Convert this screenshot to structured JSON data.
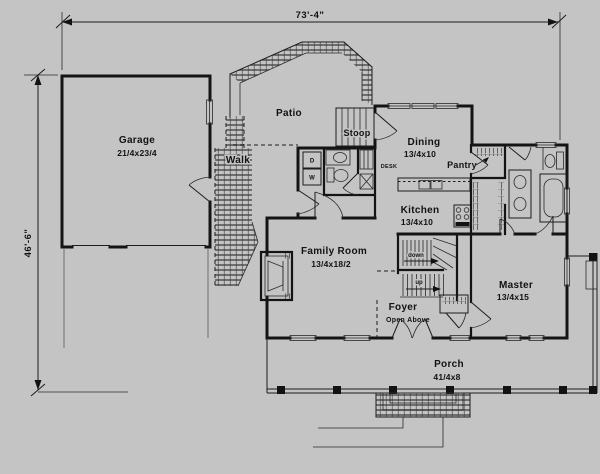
{
  "dimensions": {
    "width": "73'-4\"",
    "height": "46'-6\""
  },
  "rooms": {
    "garage": {
      "name": "Garage",
      "size": "21/4x23/4"
    },
    "patio": {
      "name": "Patio"
    },
    "walk": {
      "name": "Walk"
    },
    "stoop": {
      "name": "Stoop"
    },
    "dining": {
      "name": "Dining",
      "size": "13/4x10"
    },
    "pantry": {
      "name": "Pantry"
    },
    "kitchen": {
      "name": "Kitchen",
      "size": "13/4x10"
    },
    "family_room": {
      "name": "Family Room",
      "size": "13/4x18/2"
    },
    "foyer": {
      "name": "Foyer",
      "note": "Open Above"
    },
    "master": {
      "name": "Master",
      "size": "13/4x15"
    },
    "porch": {
      "name": "Porch",
      "size": "41/4x8"
    }
  },
  "labels": {
    "desk": "DESK",
    "dryer": "D",
    "washer": "W",
    "stairs_down": "down",
    "stairs_up": "up"
  },
  "colors": {
    "background": "#c4c4c4",
    "ink": "#141414"
  }
}
